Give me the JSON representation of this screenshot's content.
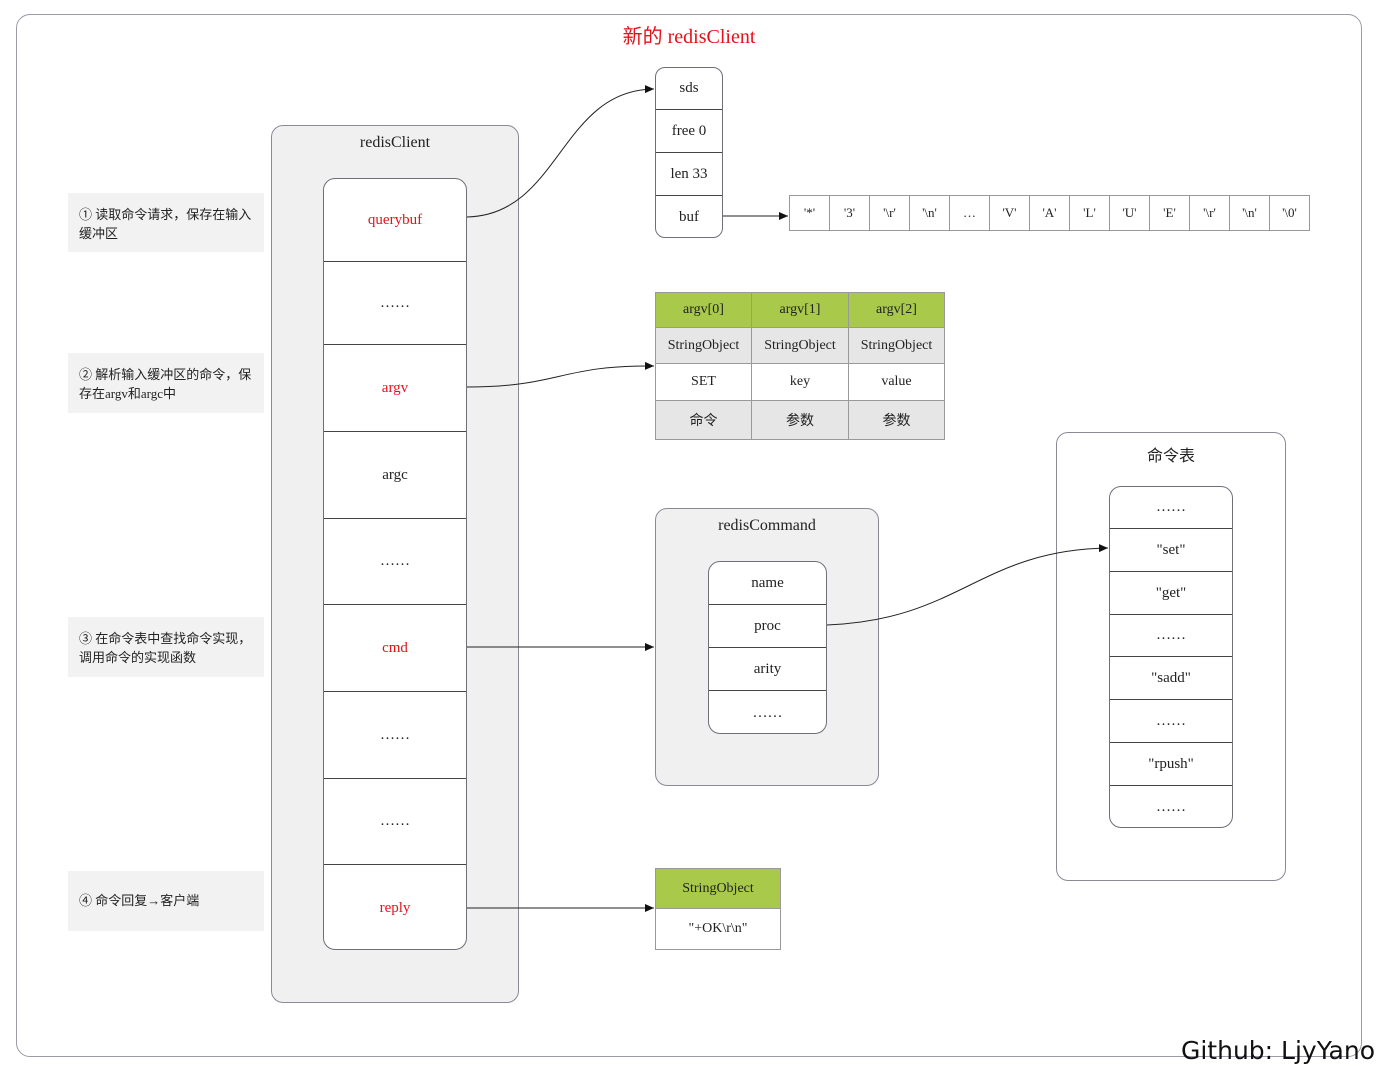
{
  "title": "新的 redisClient",
  "watermark": "Github: LjyYano",
  "notes": [
    "① 读取命令请求，保存在输入缓冲区",
    "② 解析输入缓冲区的命令，保存在argv和argc中",
    "③ 在命令表中查找命令实现，调用命令的实现函数",
    "④ 命令回复→客户端"
  ],
  "redis_client": {
    "title": "redisClient",
    "fields": [
      "querybuf",
      "……",
      "argv",
      "argc",
      "……",
      "cmd",
      "……",
      "……",
      "reply"
    ]
  },
  "sds": {
    "fields": [
      "sds",
      "free 0",
      "len 33",
      "buf"
    ]
  },
  "buf_chars": [
    "'*'",
    "'3'",
    "'\\r'",
    "'\\n'",
    "…",
    "'V'",
    "'A'",
    "'L'",
    "'U'",
    "'E'",
    "'\\r'",
    "'\\n'",
    "'\\0'"
  ],
  "argv_table": {
    "headers": [
      "argv[0]",
      "argv[1]",
      "argv[2]"
    ],
    "types": [
      "StringObject",
      "StringObject",
      "StringObject"
    ],
    "values": [
      "SET",
      "key",
      "value"
    ],
    "roles": [
      "命令",
      "参数",
      "参数"
    ]
  },
  "redis_command": {
    "title": "redisCommand",
    "fields": [
      "name",
      "proc",
      "arity",
      "……"
    ]
  },
  "command_table": {
    "title": "命令表",
    "entries": [
      "……",
      "\"set\"",
      "\"get\"",
      "……",
      "\"sadd\"",
      "……",
      "\"rpush\"",
      "……"
    ]
  },
  "reply_object": {
    "type": "StringObject",
    "value": "\"+OK\\r\\n\""
  },
  "colors": {
    "highlight_text": "#e8101a",
    "header_fill": "#a8c94a",
    "panel_fill": "#f0f0f0"
  }
}
